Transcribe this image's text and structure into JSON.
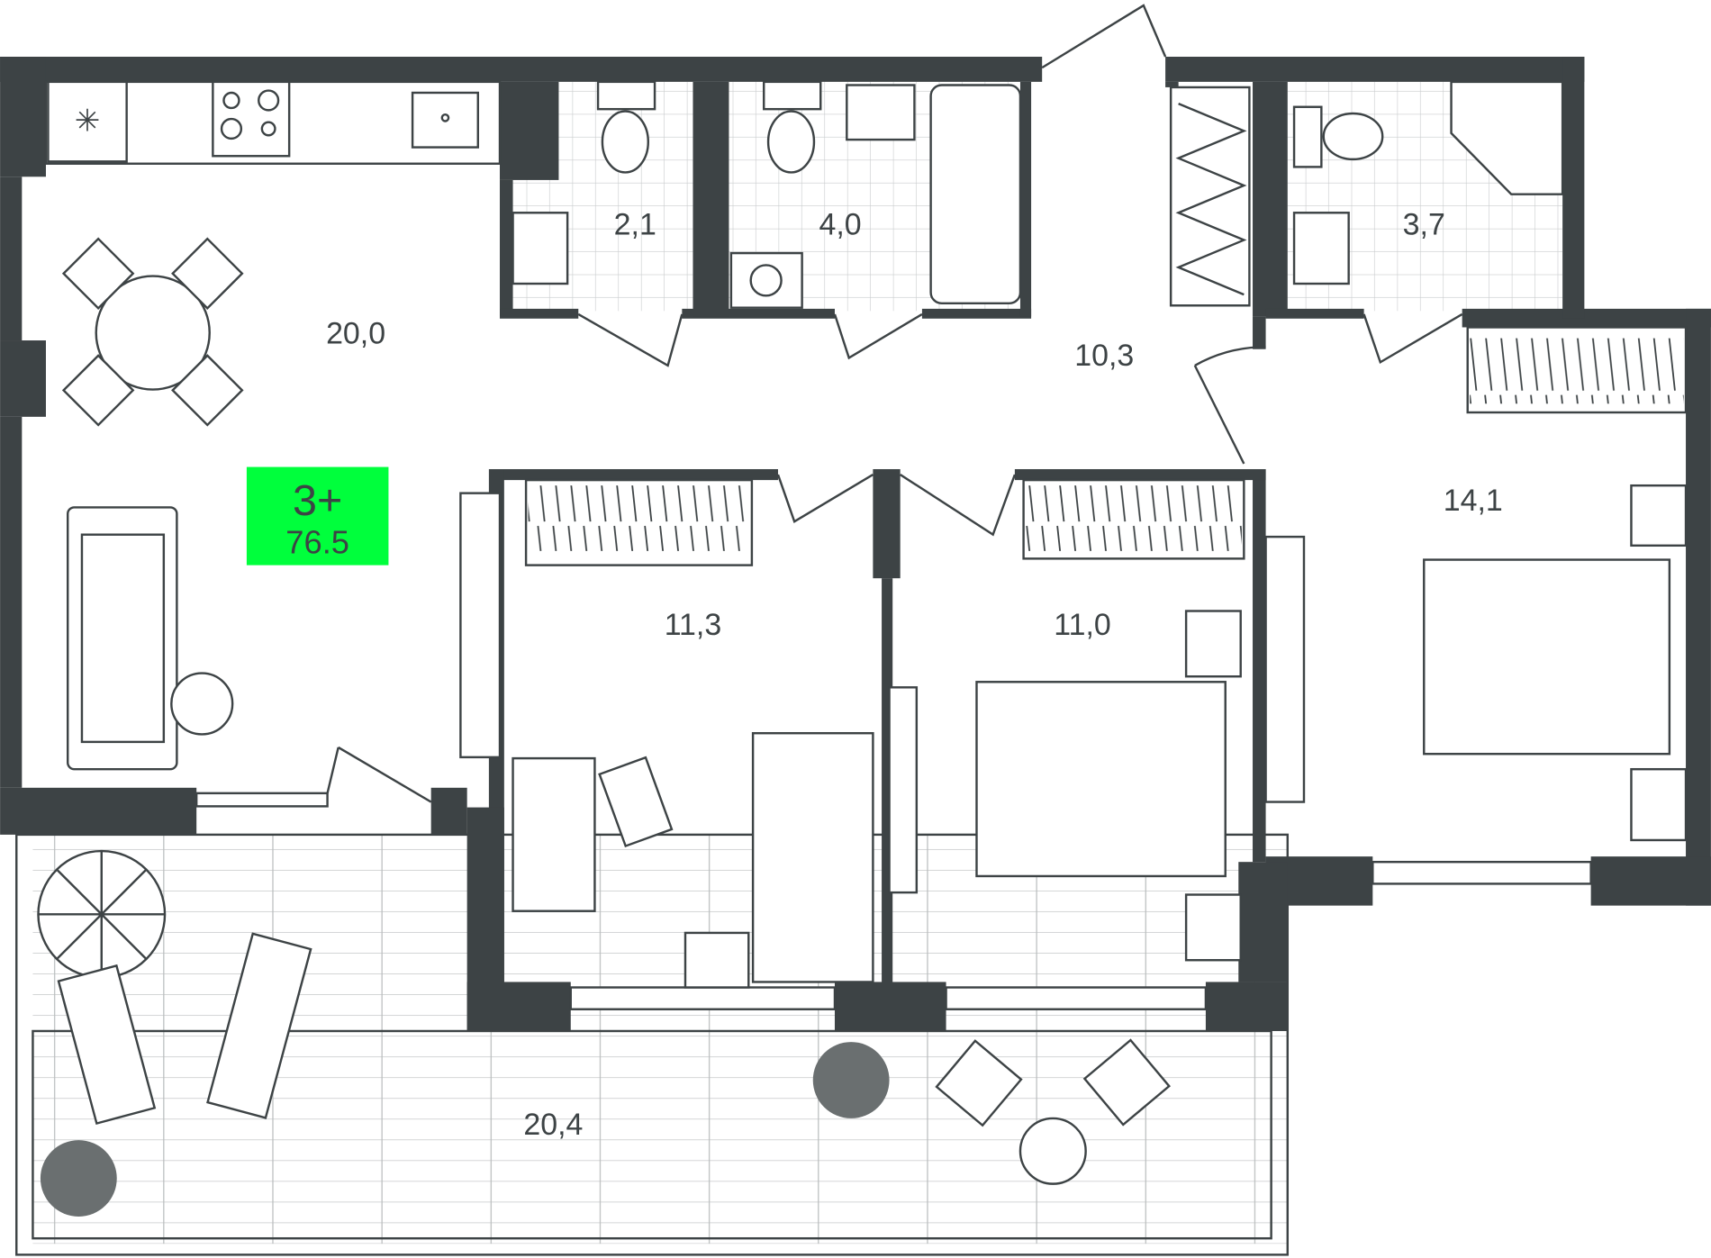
{
  "plan": {
    "badge": {
      "rooms": "3+",
      "total_area": "76.5",
      "color": "#00ff3c"
    },
    "rooms": [
      {
        "id": "living-kitchen",
        "area": "20,0"
      },
      {
        "id": "wc",
        "area": "2,1"
      },
      {
        "id": "bathroom",
        "area": "4,0"
      },
      {
        "id": "shower-room",
        "area": "3,7"
      },
      {
        "id": "hall",
        "area": "10,3"
      },
      {
        "id": "bedroom-3",
        "area": "14,1"
      },
      {
        "id": "bedroom-1",
        "area": "11,3"
      },
      {
        "id": "bedroom-2",
        "area": "11,0"
      },
      {
        "id": "terrace",
        "area": "20,4"
      }
    ],
    "wall_color": "#3d4345"
  }
}
